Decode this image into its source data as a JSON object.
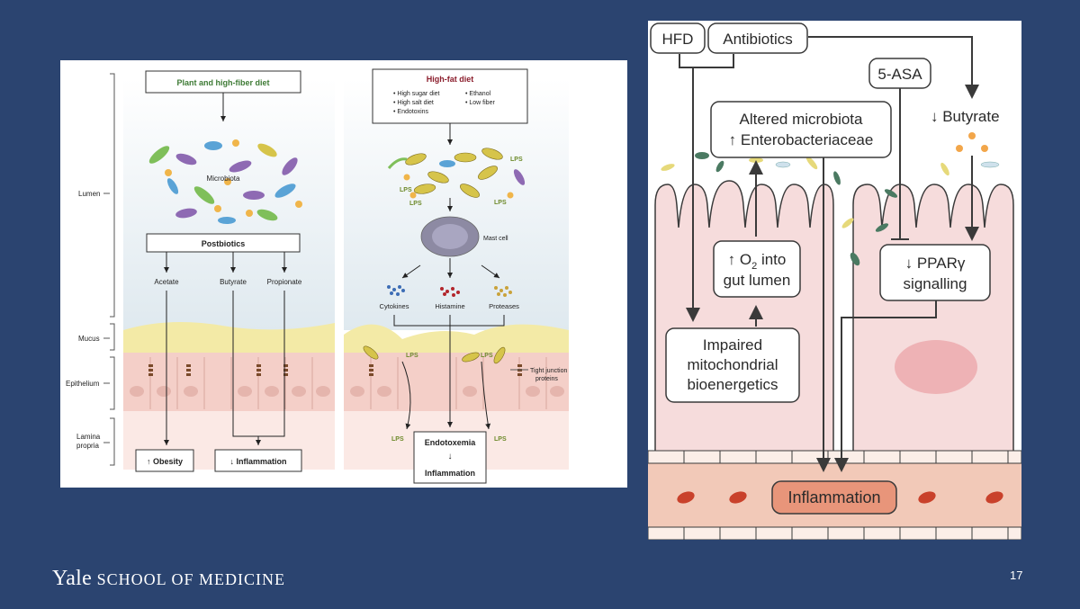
{
  "left_figure": {
    "regions": {
      "lumen": "Lumen",
      "mucus": "Mucus",
      "epithelium": "Epithelium",
      "lamina_line1": "Lamina",
      "lamina_line2": "propria"
    },
    "left_side": {
      "diet_box": "Plant and high-fiber diet",
      "microbiota": "Microbiota",
      "postbiotics": "Postbiotics",
      "acetate": "Acetate",
      "butyrate": "Butyrate",
      "propionate": "Propionate",
      "obesity": "↑ Obesity",
      "inflammation": "↓ Inflammation"
    },
    "right_side": {
      "diet_title": "High-fat diet",
      "diet_items": [
        "• High sugar diet",
        "• High salt diet",
        "• Endotoxins",
        "• Ethanol",
        "• Low fiber"
      ],
      "lps": "LPS",
      "mast_cell": "Mast cell",
      "cytokines": "Cytokines",
      "histamine": "Histamine",
      "proteases": "Proteases",
      "tight_junction_line1": "Tight junction",
      "tight_junction_line2": "proteins",
      "endotoxemia": "Endotoxemia",
      "arrow_down": "↓",
      "inflammation": "Inflammation"
    }
  },
  "right_figure": {
    "hfd": "HFD",
    "antibiotics": "Antibiotics",
    "five_asa": "5-ASA",
    "butyrate": "↓ Butyrate",
    "altered_line1": "Altered microbiota",
    "altered_line2": "↑ Enterobacteriaceae",
    "o2_line1a": "↑ O",
    "o2_sub": "2",
    "o2_line1b": " into",
    "o2_line2": "gut lumen",
    "ppar_line1": "↓ PPARγ",
    "ppar_line2": "signalling",
    "impaired_line1": "Impaired",
    "impaired_line2": "mitochondrial",
    "impaired_line3": "bioenergetics",
    "inflammation": "Inflammation"
  },
  "footer": {
    "brand_yale": "Yale",
    "brand_school": " SCHOOL OF MEDICINE",
    "slide_number": "17"
  },
  "colors": {
    "background": "#2b4470",
    "diet_green": "#3d7a34",
    "diet_red": "#8b1d2c",
    "cell_pink": "#f6dcdc",
    "vessel": "#f2c9b8",
    "inflammation_box": "#e8957a"
  }
}
